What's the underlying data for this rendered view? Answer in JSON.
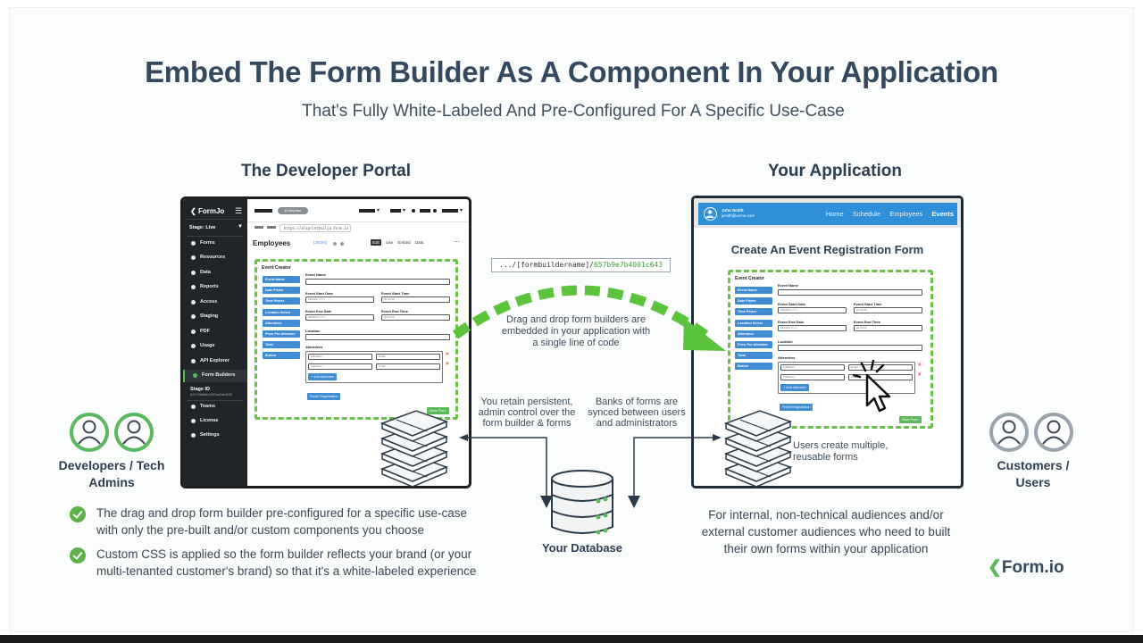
{
  "title": "Embed The Form Builder As A Component In Your Application",
  "subtitle": "That's Fully White-Labeled And Pre-Configured For A Specific Use-Case",
  "left_heading": "The Developer Portal",
  "right_heading": "Your Application",
  "portal": {
    "logo": "FormJo",
    "badge": "Enterprise",
    "url": "https://alsprintbuilja.form.io",
    "stage": "Stage: Live",
    "nav": [
      "Forms",
      "Resources",
      "Data",
      "Reports",
      "Access",
      "Staging",
      "PDF",
      "Usage",
      "API Explorer",
      "Form Builders",
      "Teams",
      "License",
      "Settings"
    ],
    "active_nav": "Form Builders",
    "stage_id_label": "Stage ID",
    "stage_id_value": "6427e9b8d9c4061ba3de0428",
    "page_title": "Employees",
    "json_label": "{JSON}",
    "tabs": [
      "Edit",
      "Use",
      "Embed",
      "Data"
    ],
    "builder_title": "Event Creator",
    "components": [
      "Event Name",
      "Date Picker",
      "Time Picker",
      "Location Select",
      "Attendees",
      "Price Per Attendee",
      "Total",
      "Button"
    ],
    "fields": {
      "event_name": "Event Name",
      "start_date": "Event Start Date",
      "start_time": "Event Start Time",
      "end_date": "Event End Date",
      "end_time": "Event End Time",
      "date_ph": "MM/DD/YYYY",
      "time_ph": "00:00:00",
      "location": "Location",
      "attendees": "Attendees",
      "fullname": "FullName",
      "email": "Email",
      "add_attendee": "+ Add Attendee",
      "finish": "Finish Registration",
      "save": "Save Form"
    }
  },
  "app": {
    "user_name": "John Smith",
    "user_email": "jsmith@acme.com",
    "nav": [
      "Home",
      "Schedule",
      "Employees",
      "Events"
    ],
    "active_nav": "Events",
    "page_title": "Create An Event Registration Form"
  },
  "code_snippet": {
    "path": ".../[formbuildername]/",
    "hash": "657b9e7b4001c643"
  },
  "captions": {
    "drag_drop": "Drag and drop form builders are embedded in your application with a single line of code",
    "retain": "You retain persistent, admin control over the form builder & forms",
    "banks": "Banks of forms are synced between users and administrators",
    "users_create": "Users create multiple, reusable forms",
    "database": "Your Database",
    "audience": "For internal, non-technical audiences and/or external customer audiences who need to built their own forms within your application"
  },
  "people": {
    "left": "Developers / Tech Admins",
    "right": "Customers / Users"
  },
  "bullets": [
    "The drag and drop form builder pre-configured for a specific use-case with only the pre-built and/or custom components you choose",
    "Custom CSS is applied so the form builder reflects your brand (or your multi-tenanted customer's brand) so that it's a white-labeled experience"
  ],
  "brand": "Form.io",
  "colors": {
    "accent_green": "#6bbf4b",
    "accent_blue": "#3f8bd4",
    "title": "#34495e"
  }
}
